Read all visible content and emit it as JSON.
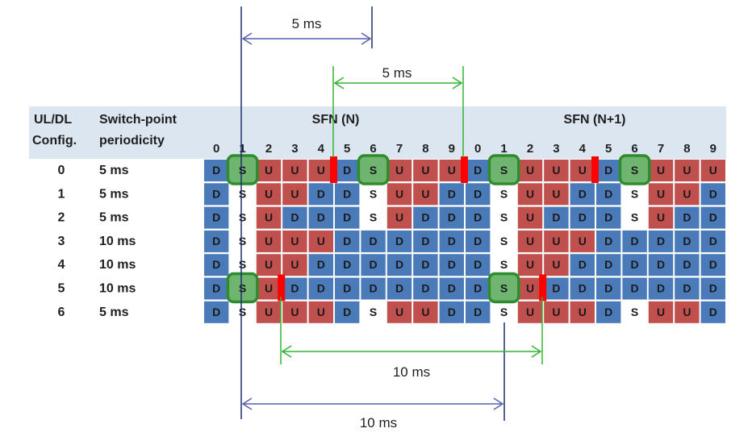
{
  "headers": {
    "config_line1": "UL/DL",
    "config_line2": "Config.",
    "period_line1": "Switch-point",
    "period_line2": "periodicity",
    "frame_n": "SFN (N)",
    "frame_n1": "SFN (N+1)"
  },
  "subframe_numbers": [
    "0",
    "1",
    "2",
    "3",
    "4",
    "5",
    "6",
    "7",
    "8",
    "9",
    "0",
    "1",
    "2",
    "3",
    "4",
    "5",
    "6",
    "7",
    "8",
    "9"
  ],
  "configs": [
    {
      "id": "0",
      "period": "5 ms",
      "pattern": "DSUUUDSUUUDSUUUDSUUU"
    },
    {
      "id": "1",
      "period": "5 ms",
      "pattern": "DSUUDDSUUDDSUUDDSUUD"
    },
    {
      "id": "2",
      "period": "5 ms",
      "pattern": "DSUDDDSUDDDSUDDDSUDD"
    },
    {
      "id": "3",
      "period": "10 ms",
      "pattern": "DSUUUDDDDDDSUUUDDDDD"
    },
    {
      "id": "4",
      "period": "10 ms",
      "pattern": "DSUUDDDDDDDSUUDDDDDD"
    },
    {
      "id": "5",
      "period": "10 ms",
      "pattern": "DSUDDDDDDDDSUDDDDDDD"
    },
    {
      "id": "6",
      "period": "5 ms",
      "pattern": "DSUUUDSUUDDSUUUDSUUD"
    }
  ],
  "highlights": [
    {
      "row": 0,
      "col": 1
    },
    {
      "row": 0,
      "col": 6
    },
    {
      "row": 0,
      "col": 11
    },
    {
      "row": 0,
      "col": 16
    },
    {
      "row": 5,
      "col": 1
    },
    {
      "row": 5,
      "col": 11
    }
  ],
  "switch_markers": [
    {
      "row": 0,
      "col": 5
    },
    {
      "row": 0,
      "col": 10
    },
    {
      "row": 0,
      "col": 15
    },
    {
      "row": 5,
      "col": 3
    },
    {
      "row": 5,
      "col": 13
    }
  ],
  "dimensions": [
    {
      "label": "5 ms"
    },
    {
      "label": "5 ms"
    },
    {
      "label": "10 ms"
    },
    {
      "label": "10 ms"
    }
  ],
  "colors": {
    "downlink": "#4a7ab8",
    "uplink": "#c0504d",
    "special": "#ffffff",
    "header_band": "#dce6f1",
    "highlight_border": "#2e8b2e",
    "highlight_fill": "#6fb56f",
    "marker": "#ff0000",
    "dim_blue": "#5b5fb0",
    "dim_green": "#33b233",
    "guide": "#1f2f6e"
  }
}
